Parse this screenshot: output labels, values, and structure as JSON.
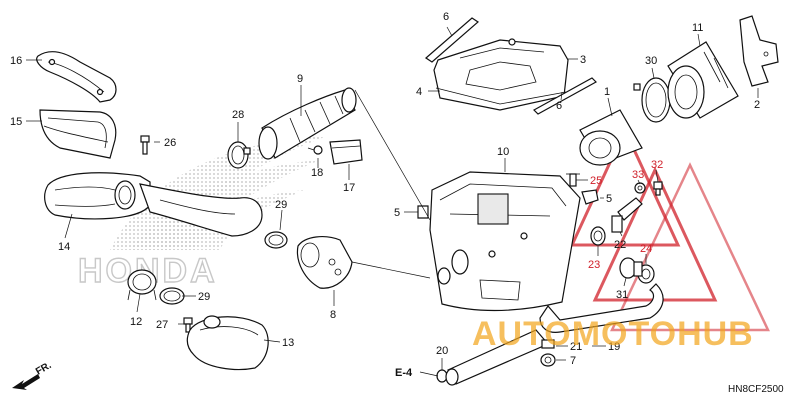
{
  "diagram": {
    "part_labels": [
      {
        "id": "l1",
        "text": "1"
      },
      {
        "id": "l2",
        "text": "2"
      },
      {
        "id": "l3",
        "text": "3"
      },
      {
        "id": "l4",
        "text": "4"
      },
      {
        "id": "l5a",
        "text": "5"
      },
      {
        "id": "l5b",
        "text": "5"
      },
      {
        "id": "l6a",
        "text": "6"
      },
      {
        "id": "l6b",
        "text": "6"
      },
      {
        "id": "l7",
        "text": "7"
      },
      {
        "id": "l8",
        "text": "8"
      },
      {
        "id": "l9",
        "text": "9"
      },
      {
        "id": "l10",
        "text": "10"
      },
      {
        "id": "l11",
        "text": "11"
      },
      {
        "id": "l12",
        "text": "12"
      },
      {
        "id": "l13",
        "text": "13"
      },
      {
        "id": "l14",
        "text": "14"
      },
      {
        "id": "l15",
        "text": "15"
      },
      {
        "id": "l16",
        "text": "16"
      },
      {
        "id": "l17",
        "text": "17"
      },
      {
        "id": "l18",
        "text": "18"
      },
      {
        "id": "l19",
        "text": "19"
      },
      {
        "id": "l20",
        "text": "20"
      },
      {
        "id": "l21",
        "text": "21"
      },
      {
        "id": "l22",
        "text": "22"
      },
      {
        "id": "l23",
        "text": "23"
      },
      {
        "id": "l24",
        "text": "24"
      },
      {
        "id": "l25",
        "text": "25"
      },
      {
        "id": "l26",
        "text": "26"
      },
      {
        "id": "l27",
        "text": "27"
      },
      {
        "id": "l28",
        "text": "28"
      },
      {
        "id": "l29a",
        "text": "29"
      },
      {
        "id": "l29b",
        "text": "29"
      },
      {
        "id": "l30",
        "text": "30"
      },
      {
        "id": "l31",
        "text": "31"
      },
      {
        "id": "l32",
        "text": "32"
      },
      {
        "id": "l33",
        "text": "33"
      }
    ],
    "reference": "E-4",
    "direction_label": "FR.",
    "diagram_code": "HN8CF2500"
  },
  "watermark": {
    "brand_text": "HONDA",
    "logo_text": "AUTOMOTOHUB"
  },
  "colors": {
    "line": "#111111",
    "watermark_red": "#d0202a",
    "watermark_orange": "#f3a51b",
    "watermark_gray": "#cccccc"
  }
}
